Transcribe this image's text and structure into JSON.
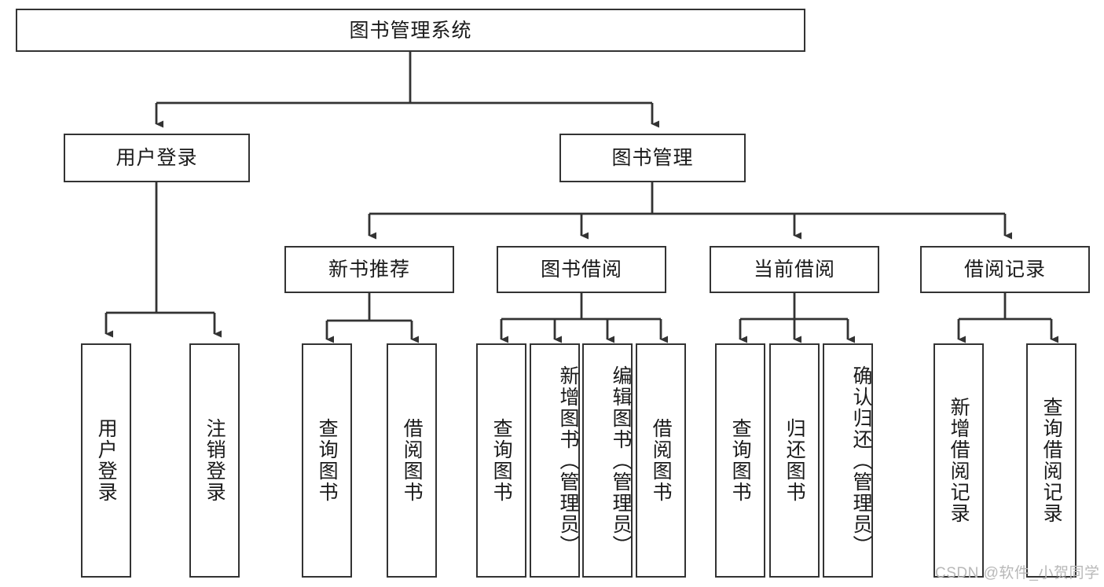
{
  "diagram": {
    "title": "图书管理系统",
    "type": "tree-hierarchy",
    "root": {
      "id": "root",
      "label": "图书管理系统"
    },
    "level2": [
      {
        "id": "user-login",
        "label": "用户登录"
      },
      {
        "id": "book-manage",
        "label": "图书管理"
      }
    ],
    "level3": [
      {
        "id": "new-book-recommend",
        "label": "新书推荐"
      },
      {
        "id": "book-borrow",
        "label": "图书借阅"
      },
      {
        "id": "current-borrow",
        "label": "当前借阅"
      },
      {
        "id": "borrow-record",
        "label": "借阅记录"
      }
    ],
    "leaves": {
      "user_login": [
        {
          "id": "leaf-user-login",
          "label": "用户登录"
        },
        {
          "id": "leaf-logout-login",
          "label": "注销登录"
        }
      ],
      "new_book_recommend": [
        {
          "id": "leaf-query-book-1",
          "label": "查询图书"
        },
        {
          "id": "leaf-borrow-book-1",
          "label": "借阅图书"
        }
      ],
      "book_borrow": [
        {
          "id": "leaf-query-book-2",
          "label": "查询图书"
        },
        {
          "id": "leaf-add-book",
          "label": "新增图书（管理员）"
        },
        {
          "id": "leaf-edit-book",
          "label": "编辑图书（管理员）"
        },
        {
          "id": "leaf-borrow-book-2",
          "label": "借阅图书"
        }
      ],
      "current_borrow": [
        {
          "id": "leaf-query-book-3",
          "label": "查询图书"
        },
        {
          "id": "leaf-return-book",
          "label": "归还图书"
        },
        {
          "id": "leaf-confirm-return",
          "label": "确认归还（管理员）"
        }
      ],
      "borrow_record": [
        {
          "id": "leaf-add-record",
          "label": "新增借阅记录"
        },
        {
          "id": "leaf-query-record",
          "label": "查询借阅记录"
        }
      ]
    },
    "colors": {
      "stroke": "#333333",
      "fill": "#ffffff",
      "text": "#1a1a1a",
      "watermark": "#b8b8b8"
    }
  },
  "watermark": {
    "text": "CSDN @软件_小贺同学"
  }
}
